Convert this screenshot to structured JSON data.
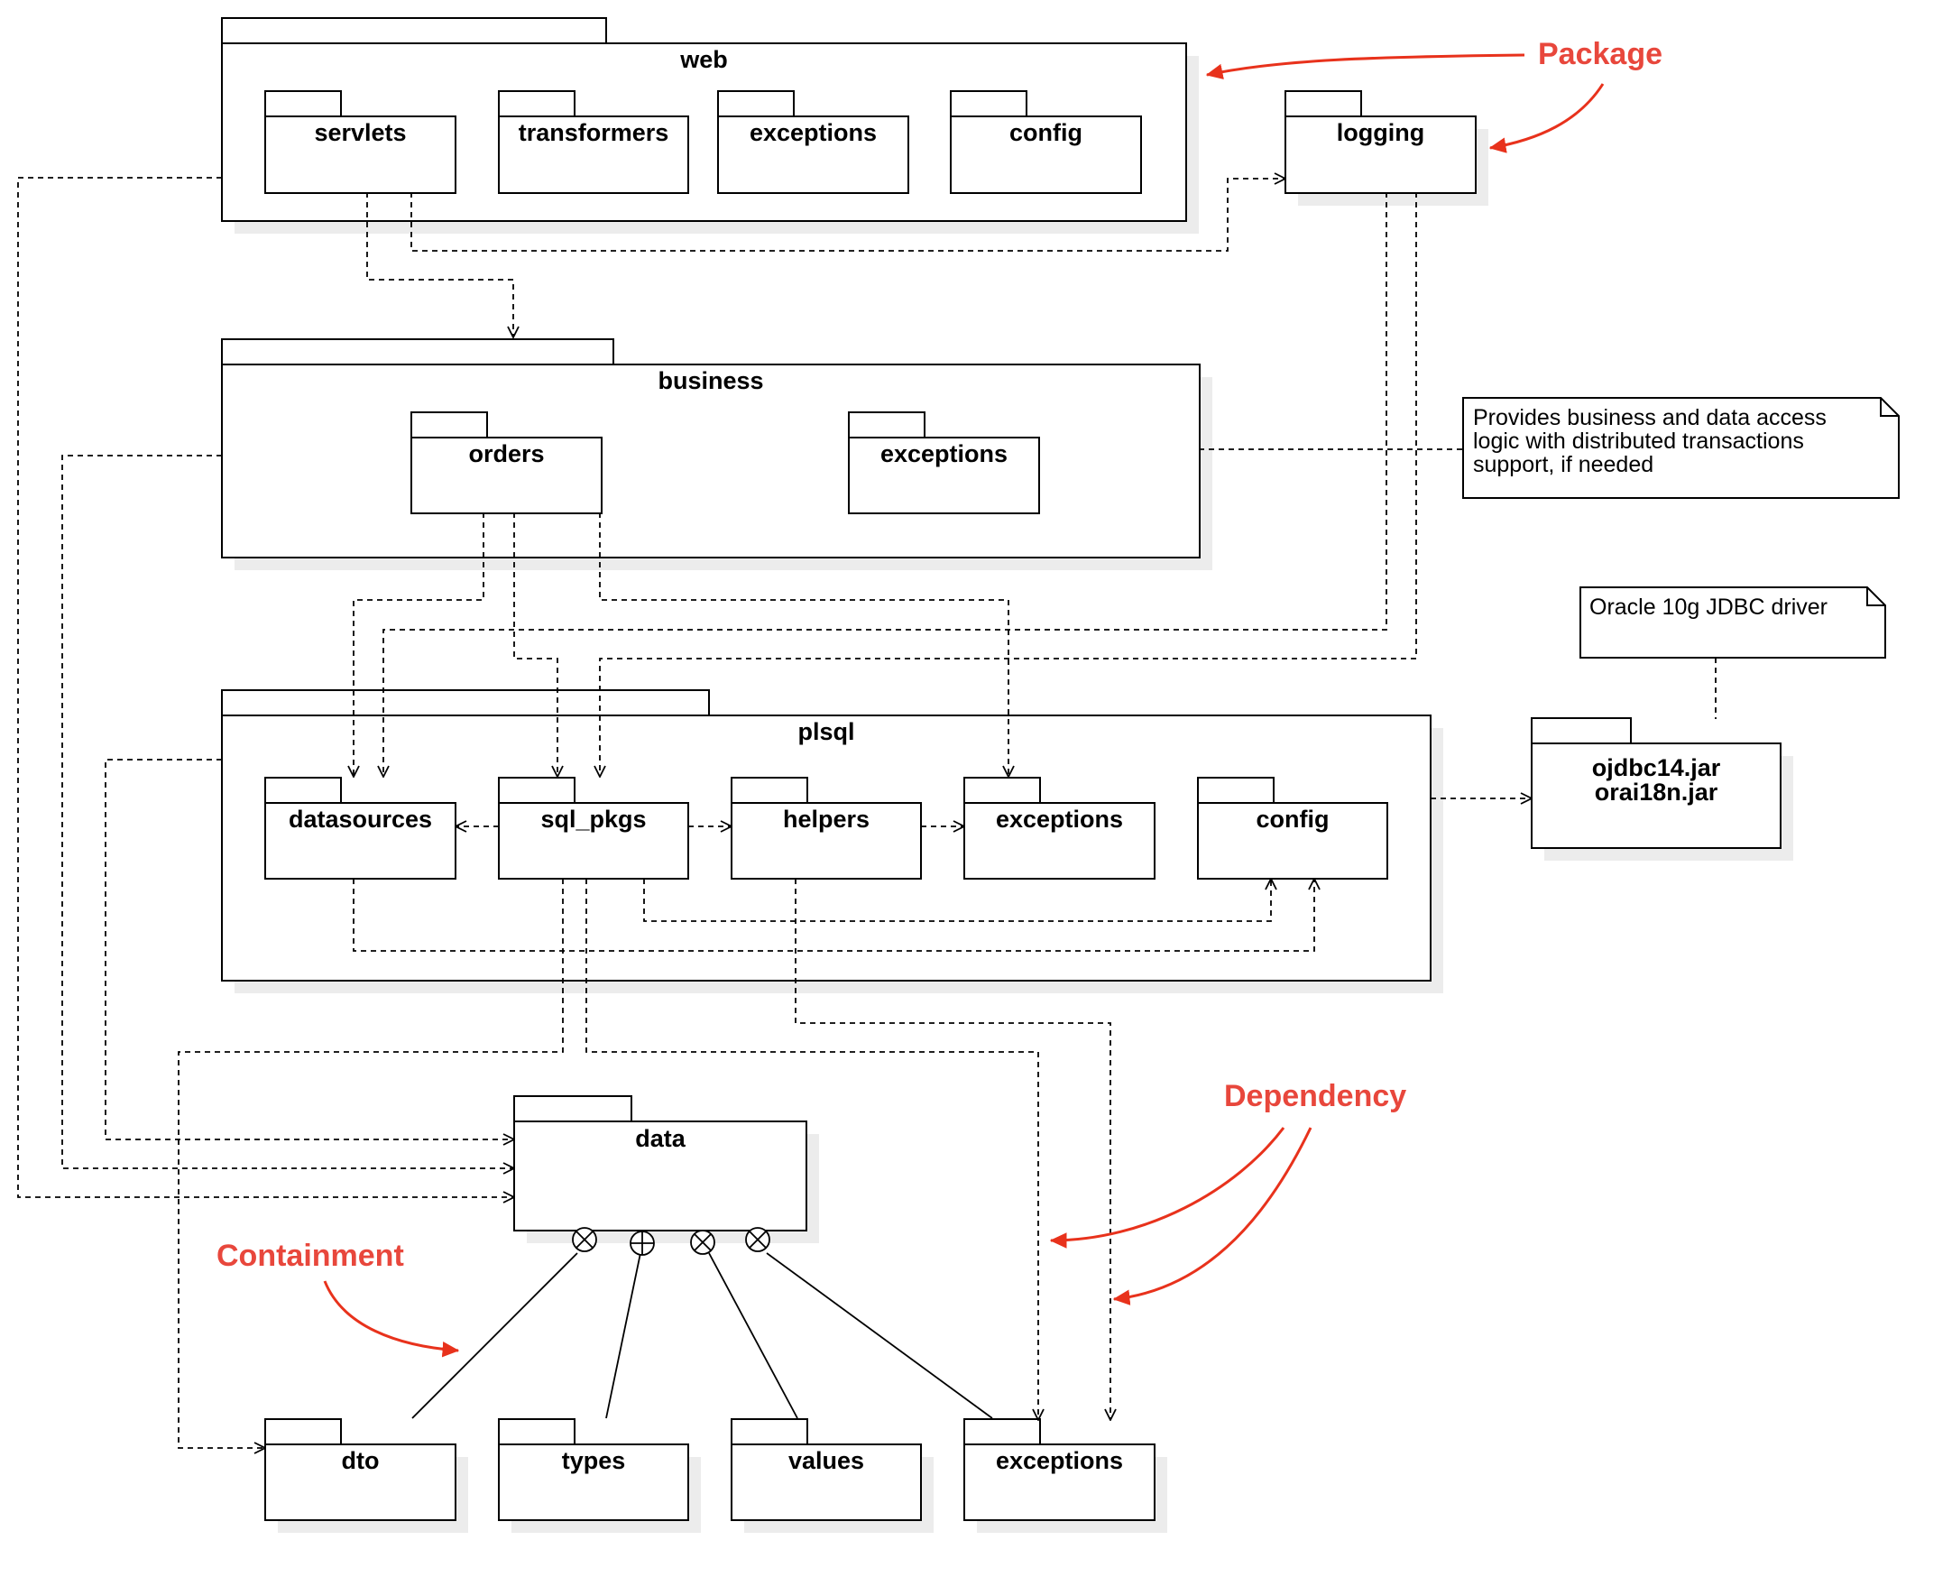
{
  "packages": {
    "web": "web",
    "servlets": "servlets",
    "transformers": "transformers",
    "web_exceptions": "exceptions",
    "web_config": "config",
    "logging": "logging",
    "business": "business",
    "orders": "orders",
    "business_exceptions": "exceptions",
    "plsql": "plsql",
    "datasources": "datasources",
    "sql_pkgs": "sql_pkgs",
    "helpers": "helpers",
    "plsql_exceptions": "exceptions",
    "plsql_config": "config",
    "jar_line1": "ojdbc14.jar",
    "jar_line2": "orai18n.jar",
    "data": "data",
    "dto": "dto",
    "types": "types",
    "values": "values",
    "data_exceptions": "exceptions"
  },
  "notes": {
    "business_note": [
      "Provides business and data access",
      "logic with distributed transactions",
      "support, if needed"
    ],
    "driver_note": "Oracle 10g JDBC driver"
  },
  "annotations": {
    "package": "Package",
    "dependency": "Dependency",
    "containment": "Containment"
  },
  "colors": {
    "annotation": "#e8473c",
    "arrow": "#e8321c",
    "line": "#000000",
    "shadow": "#ececec"
  }
}
